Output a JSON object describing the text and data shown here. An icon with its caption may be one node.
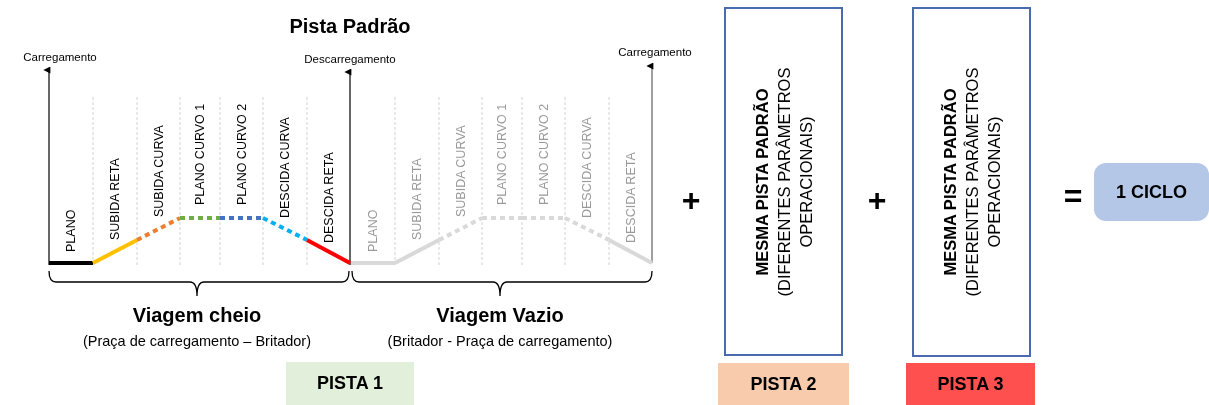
{
  "diagram": {
    "title": "Pista Padrão",
    "nodes": [
      {
        "text": [
          "PISTA 1"
        ]
      },
      {
        "text": [
          "MESMA PISTA PADRÃO",
          "(DIFERENTES PARÂMETROS OPERACIONAIS)"
        ]
      },
      {
        "text": [
          "PISTA 2"
        ]
      },
      {
        "text": [
          "MESMA PISTA PADRÃO",
          "(DIFERENTES PARÂMETROS OPERACIONAIS)"
        ]
      },
      {
        "text": [
          "PISTA 3"
        ]
      },
      {
        "text": [
          "1 CICLO"
        ]
      }
    ],
    "labels": [
      "Carregamento",
      "Descarregamento",
      "Carregamento",
      "PLANO",
      "SUBIDA RETA",
      "SUBIDA CURVA",
      "PLANO CURVO 1",
      "PLANO CURVO 2",
      "DESCIDA CURVA",
      "DESCIDA RETA",
      "PLANO",
      "SUBIDA RETA",
      "SUBIDA CURVA",
      "PLANO CURVO 1",
      "PLANO CURVO 2",
      "DESCIDA CURVA",
      "DESCIDA RETA",
      "+",
      "+",
      "=",
      "Viagem cheio",
      "(Praça de carregamento – Britador)",
      "Viagem Vazio",
      "(Britador - Praça de carregamento)"
    ]
  }
}
